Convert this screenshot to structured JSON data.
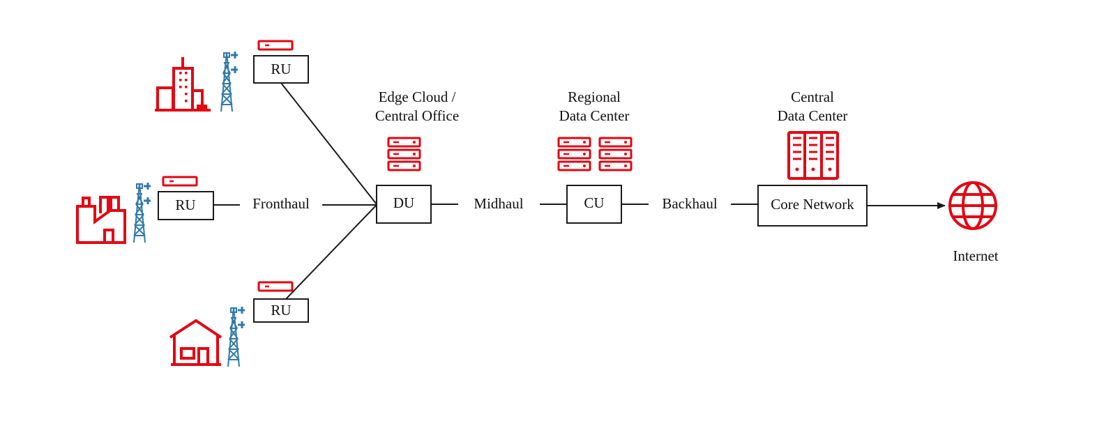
{
  "colors": {
    "accent": "#e30613",
    "tower": "#2f79a8",
    "stroke": "#1a1a1a"
  },
  "nodes": {
    "ru_top": "RU",
    "ru_mid": "RU",
    "ru_bottom": "RU",
    "du": "DU",
    "cu": "CU",
    "core": "Core Network"
  },
  "links": {
    "fronthaul": "Fronthaul",
    "midhaul": "Midhaul",
    "backhaul": "Backhaul"
  },
  "locations": {
    "edge_line1": "Edge Cloud /",
    "edge_line2": "Central Office",
    "regional_line1": "Regional",
    "regional_line2": "Data Center",
    "central_line1": "Central",
    "central_line2": "Data Center",
    "internet": "Internet"
  },
  "icons": [
    "office-building-icon",
    "factory-icon",
    "house-icon",
    "cell-tower-icon",
    "server-rack-icon",
    "data-center-icon",
    "globe-icon",
    "arrow-icon"
  ]
}
